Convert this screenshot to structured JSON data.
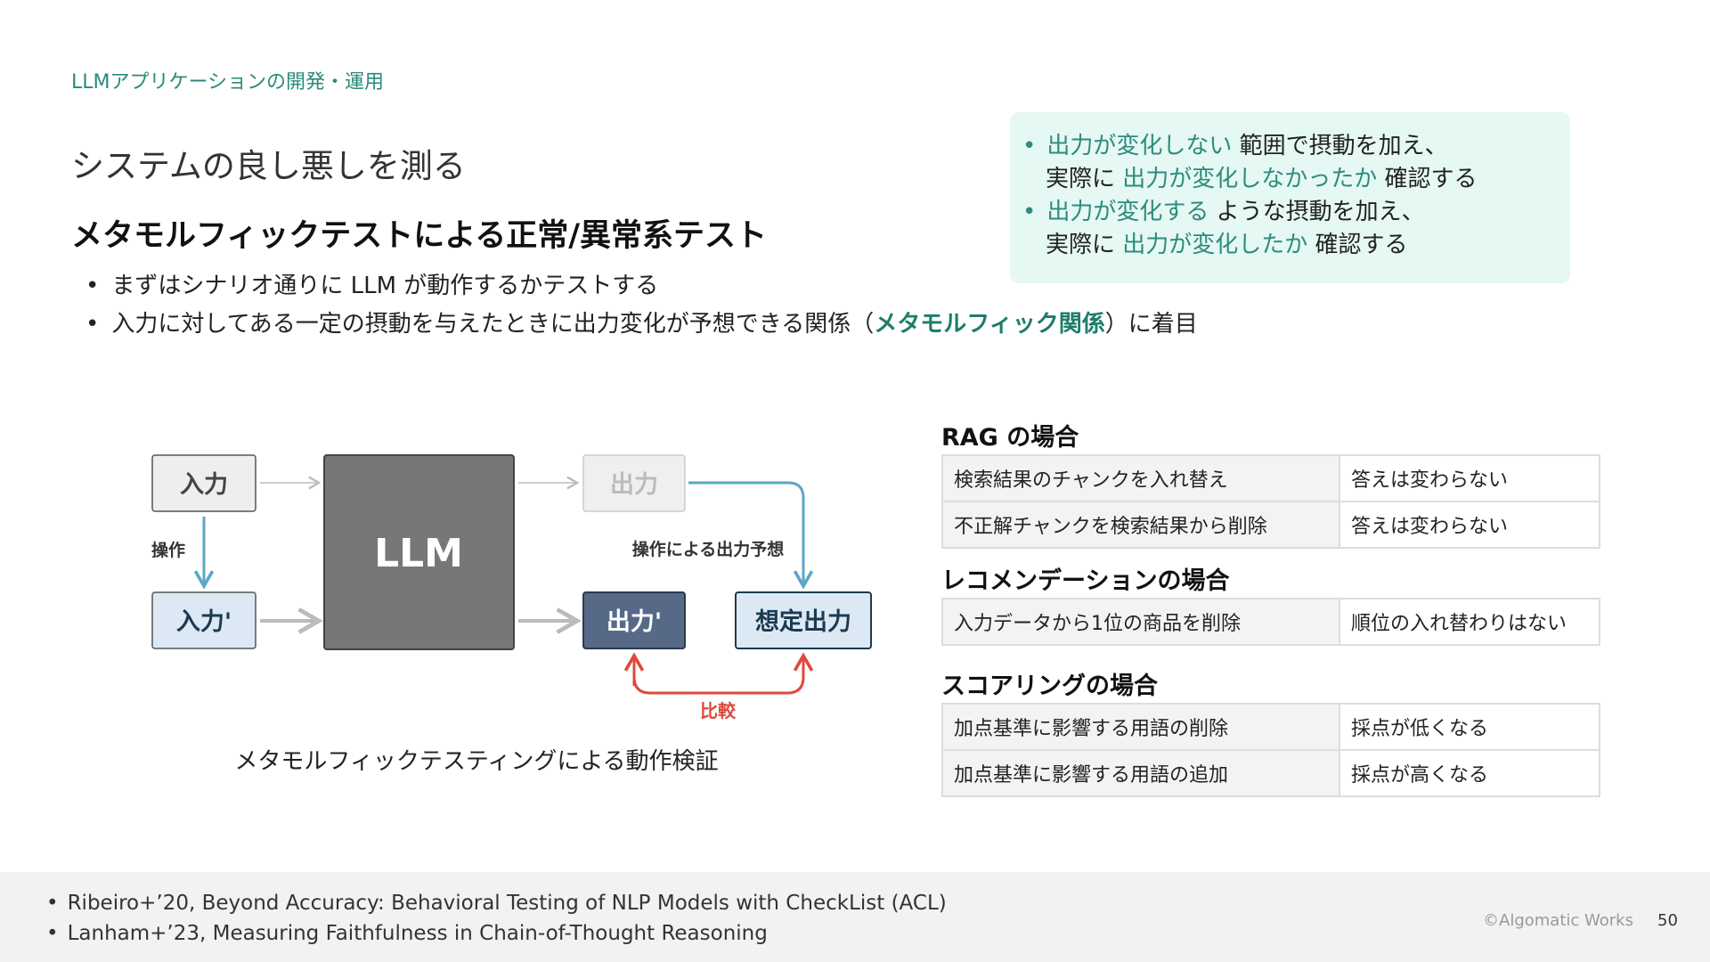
{
  "header": {
    "breadcrumb": "LLMアプリケーションの開発・運用"
  },
  "title": "システムの良し悪しを測る",
  "subtitle": "メタモルフィックテストによる正常/異常系テスト",
  "bullets": {
    "item1": "まずはシナリオ通りに LLM が動作するかテストする",
    "item2_before": "入力に対してある一定の摂動を与えたときに出力変化が予想できる関係（",
    "item2_highlight": "メタモルフィック関係",
    "item2_after": "）に着目"
  },
  "callout": {
    "l1a": "出力が変化しない",
    "l1b": " 範囲で摂動を加え、",
    "l2a": "実際に ",
    "l2b": "出力が変化しなかったか",
    "l2c": " 確認する",
    "l3a": "出力が変化する",
    "l3b": " ような摂動を加え、",
    "l4a": "実際に ",
    "l4b": "出力が変化したか",
    "l4c": " 確認する"
  },
  "diagram": {
    "input": "入力",
    "input_prime": "入力'",
    "operation": "操作",
    "llm": "LLM",
    "output": "出力",
    "output_prime": "出力'",
    "expected_output": "想定出力",
    "prediction_label": "操作による出力予想",
    "compare_label": "比較",
    "caption": "メタモルフィックテスティングによる動作検証"
  },
  "tables": {
    "rag": {
      "heading": "RAG の場合",
      "rows": [
        [
          "検索結果のチャンクを入れ替え",
          "答えは変わらない"
        ],
        [
          "不正解チャンクを検索結果から削除",
          "答えは変わらない"
        ]
      ]
    },
    "recommendation": {
      "heading": "レコメンデーションの場合",
      "rows": [
        [
          "入力データから1位の商品を削除",
          "順位の入れ替わりはない"
        ]
      ]
    },
    "scoring": {
      "heading": "スコアリングの場合",
      "rows": [
        [
          "加点基準に影響する用語の削除",
          "採点が低くなる"
        ],
        [
          "加点基準に影響する用語の追加",
          "採点が高くなる"
        ]
      ]
    }
  },
  "footer": {
    "refs": [
      "Ribeiro+’20, Beyond Accuracy: Behavioral Testing of NLP Models with CheckList (ACL)",
      "Lanham+’23, Measuring Faithfulness in Chain-of-Thought Reasoning"
    ],
    "copyright": "©Algomatic Works",
    "page": "50"
  },
  "colors": {
    "accent": "#2e8b7d",
    "callout_bg": "#e5f8f4",
    "compare": "#e0483a",
    "arrow_blue": "#5aa7c8"
  }
}
